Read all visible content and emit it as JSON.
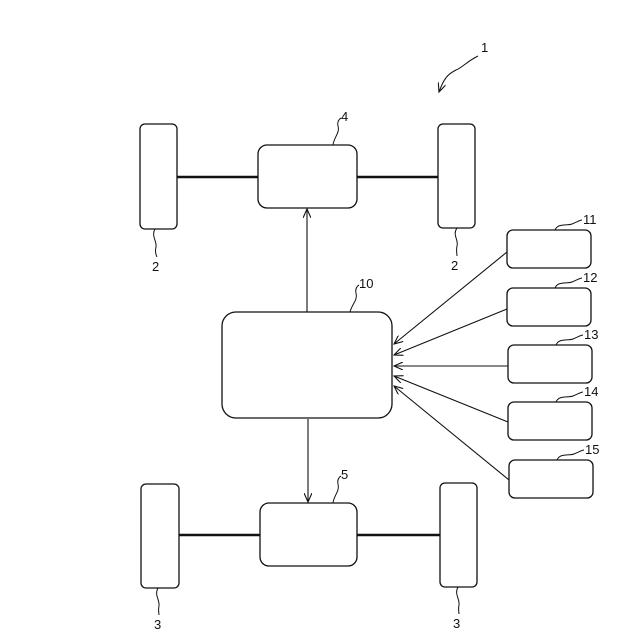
{
  "labels": {
    "vehicle": "1",
    "front_wheel_left": "2",
    "front_wheel_right": "2",
    "rear_wheel_left": "3",
    "rear_wheel_right": "3",
    "front_unit": "4",
    "rear_unit": "5",
    "controller": "10",
    "sensor_1": "11",
    "sensor_2": "12",
    "sensor_3": "13",
    "sensor_4": "14",
    "sensor_5": "15"
  },
  "colors": {
    "line": "#111111",
    "background": "#ffffff"
  }
}
